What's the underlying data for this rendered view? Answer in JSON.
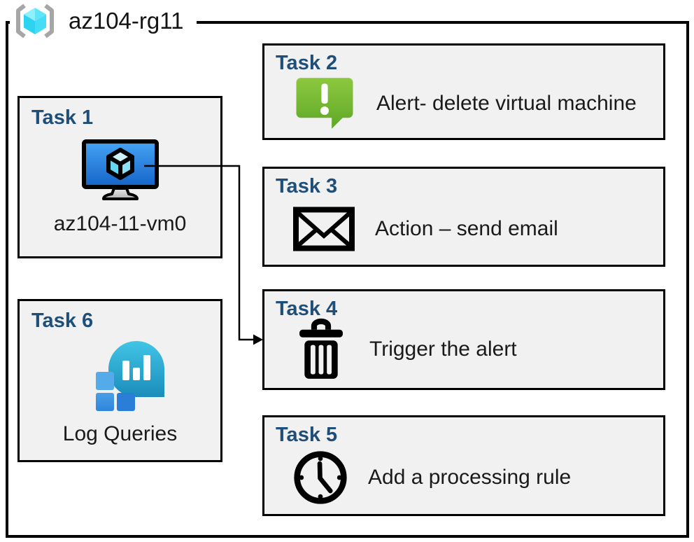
{
  "diagram": {
    "title": "az104-rg11",
    "type": "azure-resource-group-task-diagram",
    "tasks": [
      {
        "title": "Task 1",
        "label": "az104-11-vm0",
        "icon": "virtual-machine-icon"
      },
      {
        "title": "Task 2",
        "label": "Alert- delete virtual machine",
        "icon": "alert-icon"
      },
      {
        "title": "Task 3",
        "label": "Action – send email",
        "icon": "email-icon"
      },
      {
        "title": "Task 4",
        "label": "Trigger the alert",
        "icon": "trash-icon"
      },
      {
        "title": "Task 5",
        "label": "Add a processing rule",
        "icon": "clock-icon"
      },
      {
        "title": "Task 6",
        "label": "Log Queries",
        "icon": "log-queries-icon"
      }
    ],
    "connector": {
      "from": "Task 1",
      "to": "Task 4",
      "style": "elbow-arrow"
    },
    "colors": {
      "task_title": "#1F4E79",
      "box_fill": "#F1F1F1",
      "box_border": "#000000",
      "frame_border": "#000000",
      "alert_green_top": "#8CC83F",
      "alert_green_bottom": "#5FA827",
      "vm_screen_top": "#46A5F4",
      "vm_screen_bottom": "#1463C9",
      "log_droplet_top": "#42C5E5",
      "log_droplet_bottom": "#1A8CBB",
      "log_square_light": "#55AAE9",
      "log_square_mid": "#3B92E2",
      "log_square_dark": "#2B7ED8",
      "rg_cube_cyan": "#4FDFF6",
      "rg_bracket_gray": "#A6A6A6"
    }
  }
}
